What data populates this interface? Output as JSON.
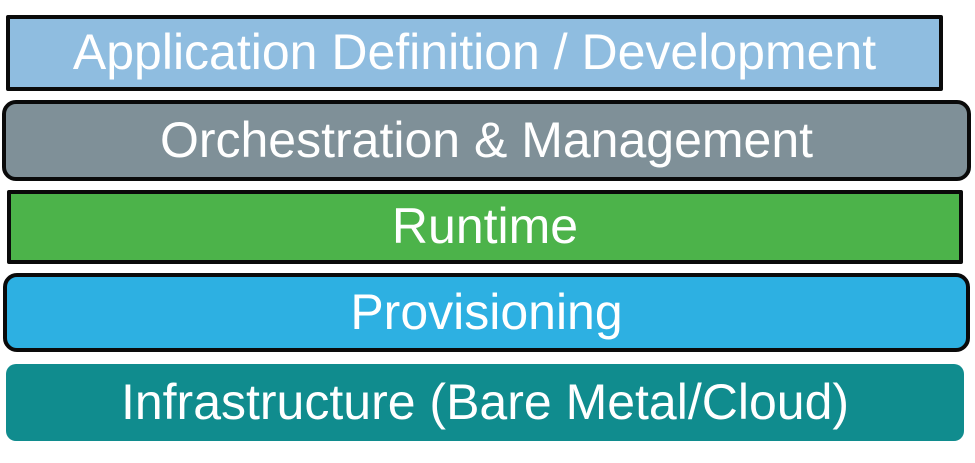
{
  "diagram": {
    "layers": [
      {
        "label": "Application Definition / Development",
        "color": "#8fbde0"
      },
      {
        "label": "Orchestration & Management",
        "color": "#7f9098"
      },
      {
        "label": "Runtime",
        "color": "#4cb34a"
      },
      {
        "label": "Provisioning",
        "color": "#2db0e2"
      },
      {
        "label": "Infrastructure (Bare Metal/Cloud)",
        "color": "#108c8e"
      }
    ]
  }
}
